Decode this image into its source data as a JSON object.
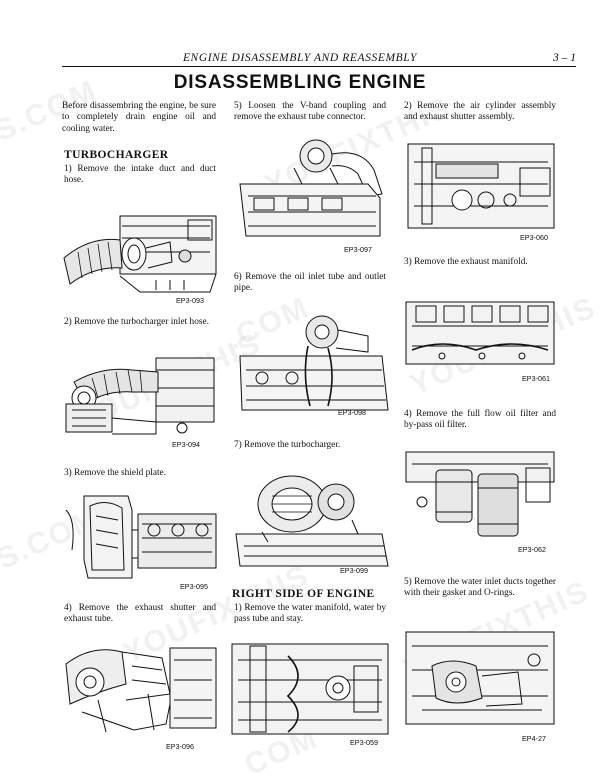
{
  "header": {
    "title": "ENGINE DISASSEMBLY AND REASSEMBLY",
    "page_number": "3 – 1"
  },
  "page_title": "DISASSEMBLING ENGINE",
  "intro": "Before disassembring the engine, be sure to completely drain engine oil and cooling water.",
  "turbocharger_heading": "TURBOCHARGER",
  "turbocharger_steps": [
    "1) Remove the intake duct and duct hose.",
    "2) Remove the turbocharger inlet hose.",
    "3) Remove the shield plate.",
    "4) Remove the exhaust shutter and exhaust tube.",
    "5) Loosen the V-band coupling and remove the exhaust tube connector.",
    "6) Remove the oil inlet tube and outlet pipe.",
    "7) Remove the turbocharger."
  ],
  "right_side_heading": "RIGHT SIDE OF ENGINE",
  "right_side_steps": [
    "1) Remove the water manifold, water by pass tube and stay.",
    "2) Remove the air cylinder assembly and exhaust shutter assembly.",
    "3) Remove the exhaust manifold.",
    "4) Remove the full flow oil filter and by-pass oil filter.",
    "5) Remove the water inlet ducts together with their gasket and O-rings."
  ],
  "figure_codes": {
    "ep3_093": "EP3-093",
    "ep3_094": "EP3-094",
    "ep3_095": "EP3-095",
    "ep3_096": "EP3-096",
    "ep3_097": "EP3-097",
    "ep3_098": "EP3-098",
    "ep3_099": "EP3-099",
    "ep3_059": "EP3-059",
    "ep3_060": "EP3-060",
    "ep3_061": "EP3-061",
    "ep3_062": "EP3-062",
    "ep4_27": "EP4-27"
  },
  "watermark": {
    "text_full": "YOUFIXTHIS.COM",
    "text_a": "YOUFIXTHIS",
    "text_b": "S.COM",
    "text_c": ".COM",
    "text_d": "COM",
    "color": "#969696"
  }
}
